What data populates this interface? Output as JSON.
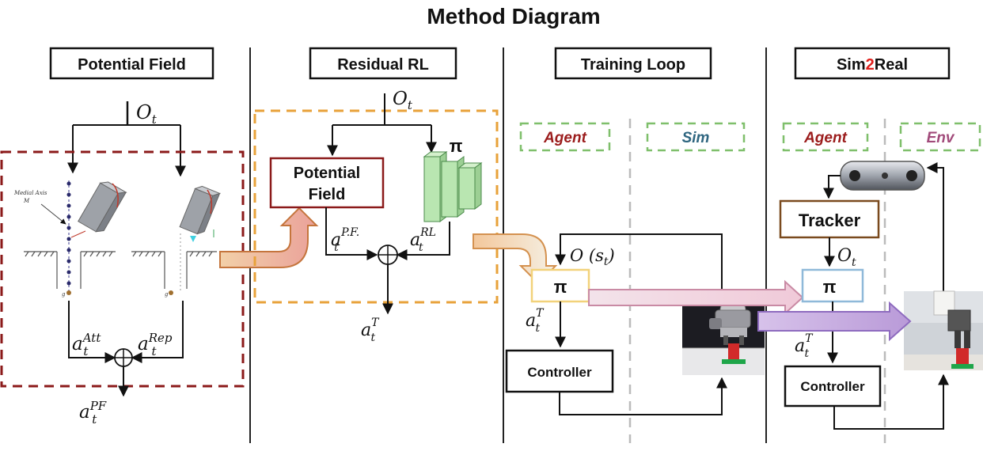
{
  "title": "Method Diagram",
  "sections": {
    "potential_field": {
      "header": "Potential Field",
      "obs_label": "O",
      "obs_sub": "t",
      "axis_label": "Medial Axis",
      "axis_symbol": "M",
      "att_label_a": "a",
      "att_label_sup": "Att",
      "att_label_sub": "t",
      "rep_label_a": "a",
      "rep_label_sup": "Rep",
      "rep_label_sub": "t",
      "pf_label_a": "a",
      "pf_label_sup": "PF",
      "pf_label_sub": "t",
      "g_small": "g",
      "g_small_2": "g"
    },
    "residual_rl": {
      "header": "Residual RL",
      "obs_label": "O",
      "obs_sub": "t",
      "box_line1": "Potential",
      "box_line2": "Field",
      "pi": "π",
      "pf_a": "a",
      "pf_sup": "P.F.",
      "pf_sub": "t",
      "rl_a": "a",
      "rl_sup": "RL",
      "rl_sub": "t",
      "out_a": "a",
      "out_sup": "T",
      "out_sub": "t"
    },
    "training_loop": {
      "header": "Training Loop",
      "agent": "Agent",
      "sim": "Sim",
      "obs": "O (s",
      "obs_sub": "t",
      "obs_close": ")",
      "pi": "π",
      "act_a": "a",
      "act_sup": "T",
      "act_sub": "t",
      "controller": "Controller"
    },
    "sim2real": {
      "header_pre": "Sim",
      "header_num": "2",
      "header_post": "Real",
      "agent": "Agent",
      "env": "Env",
      "tracker": "Tracker",
      "obs": "O",
      "obs_sub": "t",
      "pi": "π",
      "act_a": "a",
      "act_sup": "T",
      "act_sub": "t",
      "controller": "Controller"
    }
  },
  "colors": {
    "potential_field_border": "#8b1a1a",
    "residual_border": "#e8a23a",
    "agent_text": "#9b1c1c",
    "sim_text": "#2f6680",
    "env_text": "#a14a7a",
    "dashed_green": "#7fbf6b",
    "sim2real_accent": "#e0201c",
    "tracker_border": "#7a4a1e",
    "policy_net": "#b9e6b1"
  }
}
